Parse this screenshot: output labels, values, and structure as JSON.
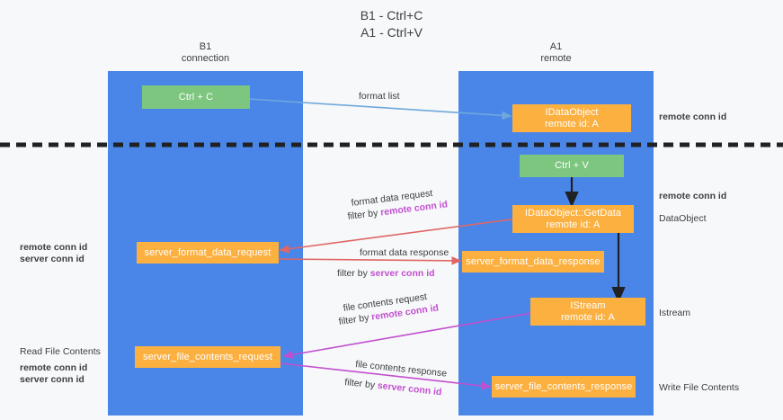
{
  "title": {
    "line1": "B1 - Ctrl+C",
    "line2": "A1 - Ctrl+V"
  },
  "colors": {
    "lane": "#4a86e8",
    "green_node": "#7dc67f",
    "orange_node": "#fbb040",
    "purple_text": "#c24fd0",
    "green_text": "#6aa84f",
    "background": "#f7f8f9",
    "divider": "#202124",
    "arrow_blue": "#6fa8dc",
    "arrow_red": "#e06666",
    "arrow_magenta": "#c24fd0",
    "arrow_black": "#202124"
  },
  "lanes": [
    {
      "name": "b1",
      "title": "B1",
      "subtitle": "connection"
    },
    {
      "name": "a1",
      "title": "A1",
      "subtitle": "remote"
    }
  ],
  "nodes": {
    "ctrl_c": {
      "label": "Ctrl + C",
      "color": "green"
    },
    "idataobject": {
      "line1": "IDataObject",
      "line2": "remote id: A",
      "color": "orange"
    },
    "ctrl_v": {
      "label": "Ctrl + V",
      "color": "green"
    },
    "getdata": {
      "line1": "IDataObject::GetData",
      "line2": "remote id: A",
      "color": "orange"
    },
    "server_format_data_request": {
      "label": "server_format_data_request",
      "color": "orange"
    },
    "server_format_data_response": {
      "label": "server_format_data_response",
      "color": "orange"
    },
    "istream": {
      "line1": "IStream",
      "line2": "remote id: A",
      "color": "orange"
    },
    "server_file_contents_request": {
      "label": "server_file_contents_request",
      "color": "orange"
    },
    "server_file_contents_response": {
      "label": "server_file_contents_response",
      "color": "orange"
    }
  },
  "edges": {
    "format_list": {
      "label": "format list"
    },
    "format_data_request": {
      "label": "format data request",
      "filter_prefix": "filter by ",
      "filter_key": "remote conn id"
    },
    "format_data_response": {
      "label": "format data response",
      "filter_prefix": "filter by ",
      "filter_key": "server conn id"
    },
    "file_contents_request": {
      "label": "file contents request",
      "filter_prefix": "filter by ",
      "filter_key": "remote conn id"
    },
    "file_contents_response": {
      "label": "file contents response",
      "filter_prefix": "filter by ",
      "filter_key": "server conn id"
    }
  },
  "annotations": {
    "right_remote_conn_id_top": "remote conn id",
    "right_remote_conn_id_mid": "remote conn id",
    "right_dataobject": "DataObject",
    "right_istream": "Istream",
    "right_write_file_contents": "Write File Contents",
    "left_remote_conn_id_mid": "remote conn id",
    "left_server_conn_id_mid": "server conn id",
    "left_read_file_contents": "Read File Contents",
    "left_remote_conn_id_bottom": "remote conn id",
    "left_server_conn_id_bottom": "server conn id"
  }
}
